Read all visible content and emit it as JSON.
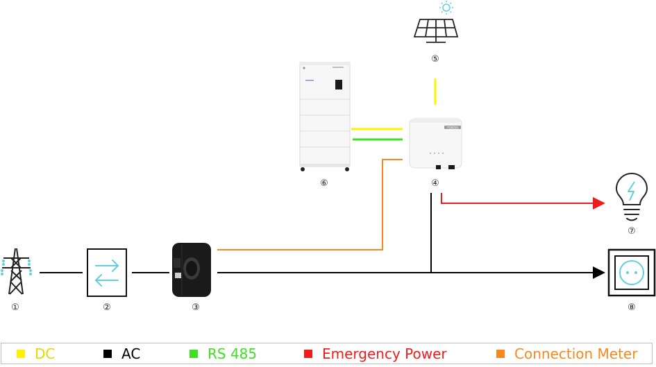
{
  "colors": {
    "dc": "#fff200",
    "ac": "#000000",
    "rs485": "#3ee01f",
    "emergency": "#ee1c1c",
    "meter": "#f5891f",
    "icon_cyan": "#5fd0e0"
  },
  "components": {
    "grid_pylon": {
      "number": "①",
      "icon": "power-pylon-icon"
    },
    "switch": {
      "number": "②",
      "icon": "bidirectional-arrows-icon"
    },
    "meter": {
      "number": "③",
      "icon": "current-clamp-icon"
    },
    "inverter": {
      "number": "④",
      "icon": "hybrid-inverter-icon",
      "brand": "FOXESS"
    },
    "solar_panel": {
      "number": "⑤",
      "icon": "solar-panel-icon"
    },
    "battery": {
      "number": "⑥",
      "icon": "battery-stack-icon"
    },
    "light": {
      "number": "⑦",
      "icon": "light-bulb-icon"
    },
    "socket": {
      "number": "⑧",
      "icon": "power-socket-icon"
    }
  },
  "legend": [
    {
      "key": "dc",
      "label": "DC",
      "color": "#fff200",
      "text_color": "#e6d800"
    },
    {
      "key": "ac",
      "label": "AC",
      "color": "#000000",
      "text_color": "#000000"
    },
    {
      "key": "rs485",
      "label": "RS 485",
      "color": "#3ee01f",
      "text_color": "#3ee01f"
    },
    {
      "key": "emergency",
      "label": "Emergency Power",
      "color": "#ee1c1c",
      "text_color": "#ee1c1c"
    },
    {
      "key": "meter",
      "label": "Connection Meter",
      "color": "#f5891f",
      "text_color": "#f5891f"
    }
  ]
}
